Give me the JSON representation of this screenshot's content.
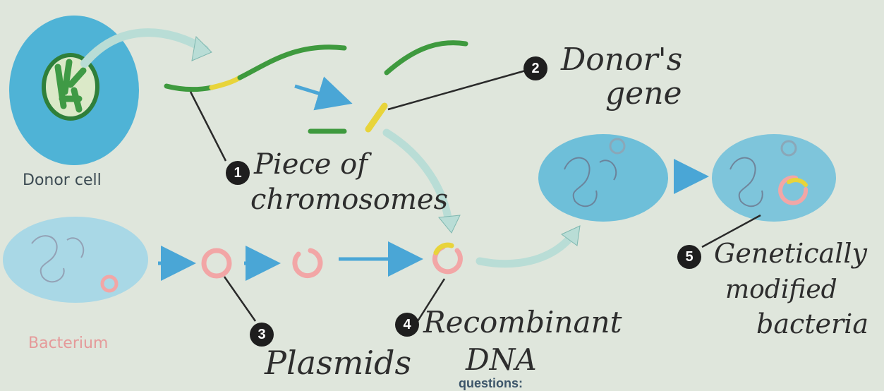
{
  "labels": {
    "donor_cell": "Donor cell",
    "bacterium": "Bacterium"
  },
  "annotations": [
    {
      "number": "1",
      "text_line1": "Piece of",
      "text_line2": "chromosomes"
    },
    {
      "number": "2",
      "text_line1": "Donor's",
      "text_line2": "gene"
    },
    {
      "number": "3",
      "text_line1": "Plasmids"
    },
    {
      "number": "4",
      "text_line1": "Recombinant",
      "text_line2": "DNA"
    },
    {
      "number": "5",
      "text_line1": "Genetically",
      "text_line2": "modified",
      "text_line3": "bacteria"
    }
  ],
  "partial_text": "questions:",
  "colors": {
    "cell_blue": "#5ab8d8",
    "chromosome_green": "#3e9a3e",
    "gene_yellow": "#e8d43a",
    "plasmid_pink": "#f2a6a6",
    "arrow_blue": "#4aa6d6",
    "arrow_teal": "#bde0dc"
  }
}
